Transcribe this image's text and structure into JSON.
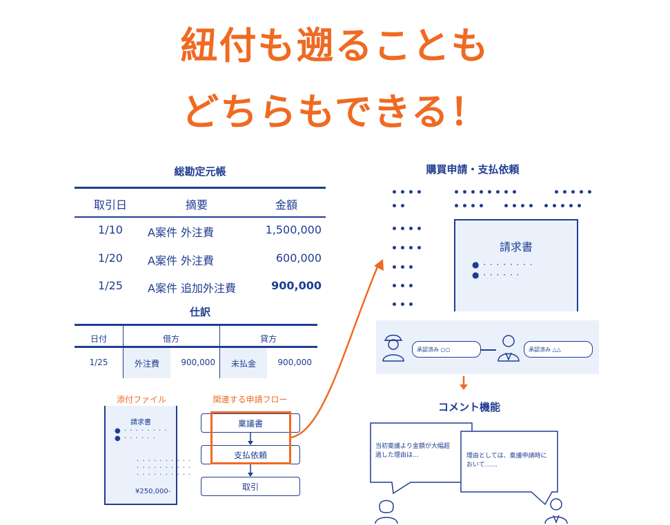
{
  "headline": {
    "line1": "紐付も遡ることも",
    "line2": "どちらもできる！"
  },
  "ledger": {
    "title": "総勘定元帳",
    "headers": [
      "取引日",
      "摘要",
      "金額"
    ],
    "rows": [
      {
        "date": "1/10",
        "desc": "A案件 外注費",
        "amount": "1,500,000"
      },
      {
        "date": "1/20",
        "desc": "A案件 外注費",
        "amount": "600,000"
      },
      {
        "date": "1/25",
        "desc": "A案件 追加外注費",
        "amount": "900,000"
      }
    ]
  },
  "journal": {
    "title": "仕訳",
    "headers": [
      "日付",
      "借方",
      "貸方"
    ],
    "row": {
      "date": "1/25",
      "debit_account": "外注費",
      "debit_amount": "900,000",
      "credit_account": "未払金",
      "credit_amount": "900,000"
    }
  },
  "attachment": {
    "label": "添付ファイル",
    "doc_title": "請求書",
    "amount": "¥250,000-"
  },
  "flow": {
    "label": "関連する申請フロー",
    "steps": [
      "稟議書",
      "支払依頼",
      "取引"
    ]
  },
  "purchase": {
    "title": "購買申請・支払依頼",
    "doc_title": "請求書"
  },
  "approval": {
    "bubble1": "承認済み ○○",
    "bubble2": "承認済み △△"
  },
  "comment": {
    "title": "コメント機能",
    "bubble1": "当初稟議より金額が大幅超過した理由は…",
    "bubble2": "理由としては、稟議申請時において……"
  },
  "colors": {
    "accent": "#ef6a22",
    "navy": "#1f3c91",
    "light_fill": "#eaf1fb"
  }
}
